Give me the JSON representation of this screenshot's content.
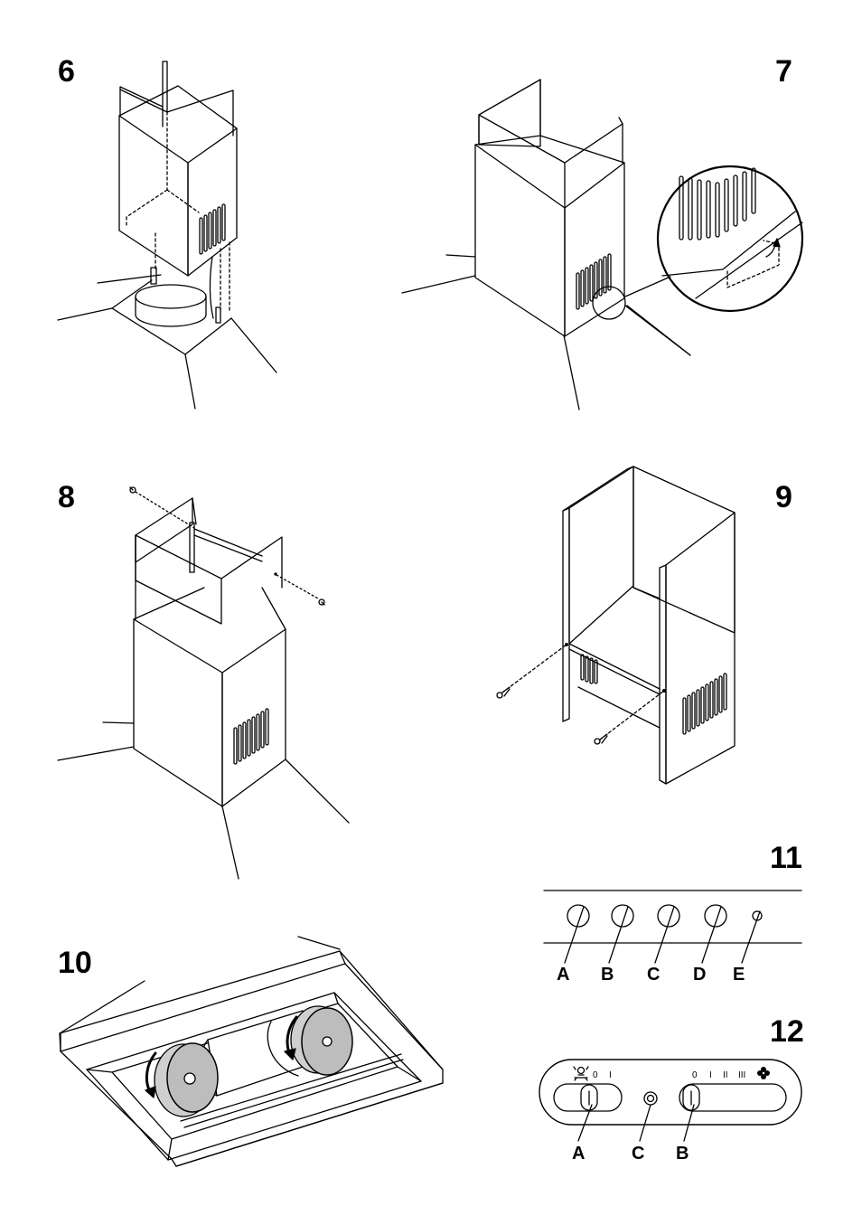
{
  "figures": {
    "fig6": {
      "number": "6"
    },
    "fig7": {
      "number": "7"
    },
    "fig8": {
      "number": "8"
    },
    "fig9": {
      "number": "9"
    },
    "fig10": {
      "number": "10"
    },
    "fig11": {
      "number": "11",
      "labels": [
        "A",
        "B",
        "C",
        "D",
        "E"
      ]
    },
    "fig12": {
      "number": "12",
      "labels": [
        "A",
        "C",
        "B"
      ],
      "light_switch_marks": [
        "0",
        "I"
      ],
      "fan_switch_marks": [
        "0",
        "I",
        "II",
        "III"
      ]
    }
  }
}
